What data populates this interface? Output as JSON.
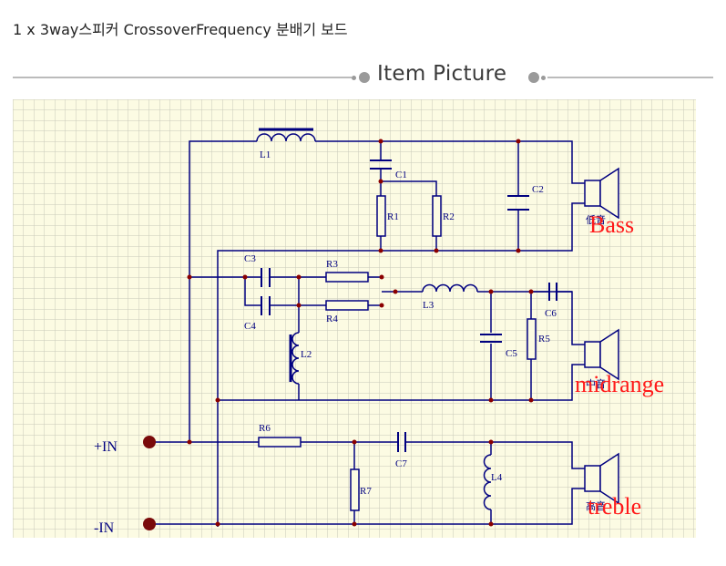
{
  "product": {
    "title": "1 x 3way스피커 CrossoverFrequency 분배기 보드"
  },
  "section_header": {
    "title": "Item Picture"
  },
  "schematic": {
    "inputs": {
      "positive": "+IN",
      "negative": "-IN"
    },
    "components": {
      "L1": "L1",
      "L2": "L2",
      "L3": "L3",
      "L4": "L4",
      "C1": "C1",
      "C2": "C2",
      "C3": "C3",
      "C4": "C4",
      "C5": "C5",
      "C6": "C6",
      "C7": "C7",
      "R1": "R1",
      "R2": "R2",
      "R3": "R3",
      "R4": "R4",
      "R5": "R5",
      "R6": "R6",
      "R7": "R7"
    },
    "speakers": {
      "bass": {
        "hanzi": "低音",
        "label": "Bass"
      },
      "mid": {
        "hanzi": "中音",
        "label": "midrange"
      },
      "treble": {
        "hanzi": "高音",
        "label": "treble"
      }
    }
  },
  "colors": {
    "grid_background": "#fcfbe3",
    "grid_line": "#c9c9b9",
    "wire": "#000080",
    "junction": "#8b0000",
    "label_overlay": "#ff1a1a"
  }
}
